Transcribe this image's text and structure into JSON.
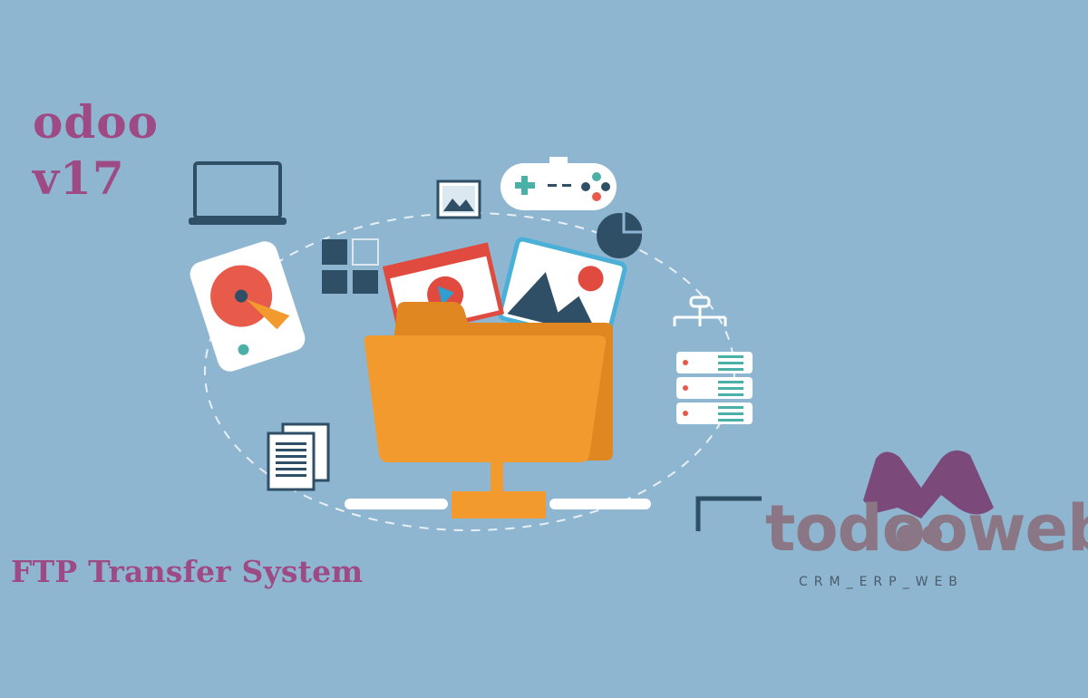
{
  "header": {
    "title_line1": "odoo",
    "title_line2": "v17"
  },
  "subtitle": "FTP Transfer System",
  "logo": {
    "tagline": "CRM_ERP_WEB",
    "wordmark": "todooweb"
  },
  "colors": {
    "background": "#8fb6d0",
    "title": "#9e4a84",
    "folder": "#f29a2e",
    "logo_purple": "#7c4a7a",
    "dark_icon": "#2f4f66",
    "red_accent": "#e04a3f"
  },
  "icons": [
    "laptop-icon",
    "hard-drive-icon",
    "windows-grid-icon",
    "image-icon",
    "game-controller-icon",
    "pie-chart-icon",
    "network-hierarchy-icon",
    "server-rack-icon",
    "documents-icon",
    "folder-icon",
    "video-player-icon",
    "photo-card-icon",
    "network-connector-icon"
  ]
}
